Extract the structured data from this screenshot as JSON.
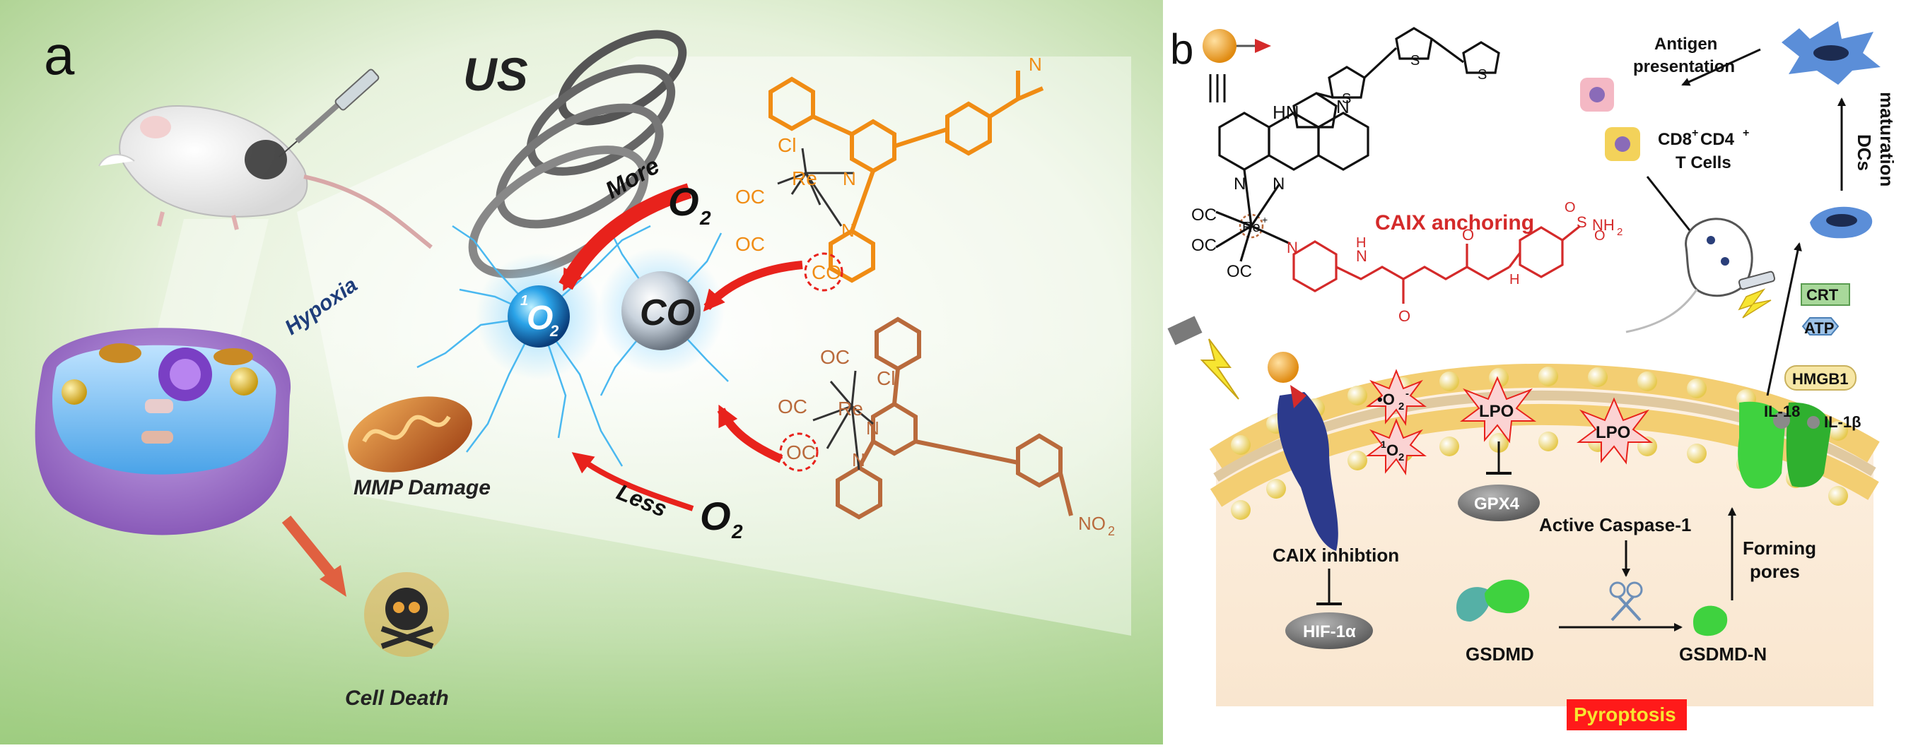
{
  "panel_a": {
    "label": "a",
    "us_label": "US",
    "o2_more": "O",
    "o2_more_sub": "2",
    "more_label": "More",
    "less_label": "Less",
    "o2_less": "O",
    "o2_less_sub": "2",
    "singlet_sup": "1",
    "singlet_main": "O",
    "singlet_sub": "2",
    "co_sphere": "CO",
    "hypoxia_label": "Hypoxia",
    "mmp_label": "MMP Damage",
    "death_label": "Cell Death",
    "complex_orange": {
      "cl": "Cl",
      "re": "Re",
      "oc1": "OC",
      "oc2": "OC",
      "co": "CO",
      "n1": "N",
      "n2": "N",
      "n3": "N"
    },
    "complex_brown": {
      "oc_top": "OC",
      "cl": "Cl",
      "oc_mid": "OC",
      "re": "Re",
      "oc_low": "OC",
      "n1": "N",
      "n2": "N",
      "no2": "NO",
      "no2_sub": "2"
    },
    "colors": {
      "orange": "#f08c14",
      "brown": "#b96a3c",
      "arrow_red": "#e8221c",
      "sphere_blue": "#1f8fd6",
      "bg_green": "#c3ddb0"
    }
  },
  "panel_b": {
    "label": "b",
    "ligand": {
      "hn": "HN",
      "n1": "N",
      "n2": "N",
      "n3": "N",
      "re": "Re",
      "re_sup": "+",
      "s1": "S",
      "s2": "S",
      "s3": "S",
      "oc1": "OC",
      "oc2": "OC",
      "oc3": "OC"
    },
    "anchor_label": "CAIX anchoring",
    "linker": {
      "n": "N",
      "h1": "H",
      "n2": "N",
      "h2": "H",
      "o1": "O",
      "o2": "O",
      "o3": "O",
      "o4": "O",
      "s": "S",
      "nh2": "NH",
      "nh2_sub": "2"
    },
    "antigen_label_1": "Antigen",
    "antigen_label_2": "presentation",
    "tcell_label_1": "CD8",
    "tcell_sup_1": "+",
    "tcell_label_2": " CD4",
    "tcell_sup_2": "+",
    "tcell_label_3": "T Cells",
    "dcs_label_1": "DCs",
    "dcs_label_2": "maturation",
    "crt_label": "CRT",
    "atp_label": "ATP",
    "hmgb1_label": "HMGB1",
    "il18_label": "IL-18",
    "il1b_label": "IL-1β",
    "superoxide_label": "•O",
    "superoxide_sub": "2",
    "superoxide_sup": "-",
    "singlet_b_sup": "1",
    "singlet_b_main": "O",
    "singlet_b_sub": "2",
    "lpo_1": "LPO",
    "lpo_2": "LPO",
    "gpx4_label": "GPX4",
    "caspase_label": "Active  Caspase-1",
    "caix_label": "CAIX inhibtion",
    "hif_label": "HIF-1α",
    "gsdmd_label": "GSDMD",
    "gsdmdn_label": "GSDMD-N",
    "forming_label_1": "Forming",
    "forming_label_2": "pores",
    "pyroptosis_label": "Pyroptosis",
    "colors": {
      "ligand_red": "#d42a2a",
      "membrane_yellow": "#f5e88a",
      "cytosol": "#fbeedd",
      "receptor_blue": "#2c3a8c",
      "pore_green": "#3fd23f",
      "pyroptosis_red": "#ff1a1a",
      "dc_blue": "#5b8ed8"
    }
  }
}
